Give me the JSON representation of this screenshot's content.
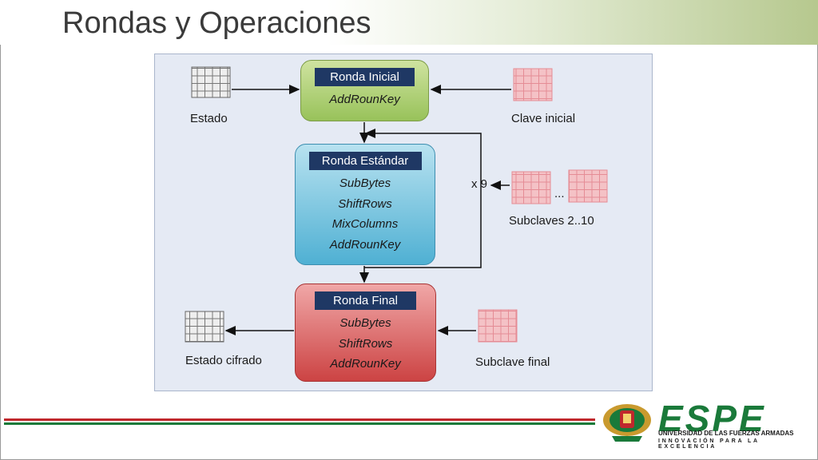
{
  "slide": {
    "title": "Rondas y Operaciones"
  },
  "diagram": {
    "initial_round": {
      "header": "Ronda Inicial",
      "ops": [
        "AddRounKey"
      ]
    },
    "standard_round": {
      "header": "Ronda Estándar",
      "ops": [
        "SubBytes",
        "ShiftRows",
        "MixColumns",
        "AddRounKey"
      ]
    },
    "final_round": {
      "header": "Ronda Final",
      "ops": [
        "SubBytes",
        "ShiftRows",
        "AddRounKey"
      ]
    },
    "labels": {
      "state": "Estado",
      "initial_key": "Clave inicial",
      "repeat": "x 9",
      "ellipsis": "...",
      "subkeys": "Subclaves 2..10",
      "encrypted_state": "Estado cifrado",
      "final_subkey": "Subclave final"
    },
    "colors": {
      "header_bg": "#1f3864",
      "initial": "#98c25a",
      "standard": "#4fb0d3",
      "final": "#cc4343",
      "key_grid": "#f4b3b8",
      "state_grid": "#e6e6e6"
    }
  },
  "footer": {
    "brand": "ESPE",
    "university": "UNIVERSIDAD DE LAS FUERZAS ARMADAS",
    "motto": "INNOVACIÓN PARA LA EXCELENCIA",
    "stripe_colors": [
      "#c0282d",
      "#1a7a3a"
    ]
  }
}
